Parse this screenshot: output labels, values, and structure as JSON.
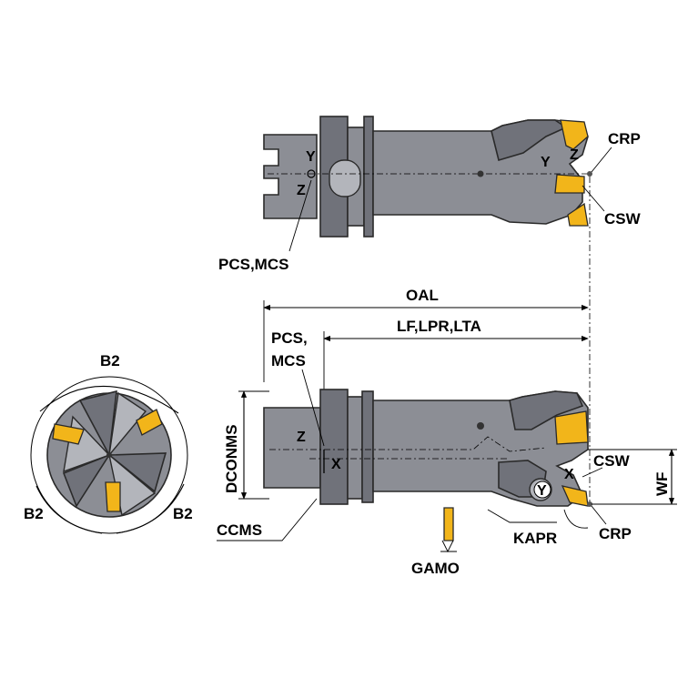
{
  "diagram": {
    "top_view": {
      "pcs_mcs_label": "PCS,MCS",
      "axis_y": "Y",
      "axis_z": "Z",
      "tip_axis_y": "Y",
      "tip_axis_z": "Z",
      "crp_label": "CRP",
      "csw_label": "CSW"
    },
    "side_view": {
      "oal_label": "OAL",
      "lf_label": "LF,LPR,LTA",
      "pcs_label": "PCS,",
      "mcs_label": "MCS",
      "dconms_label": "DCONMS",
      "ccms_label": "CCMS",
      "axis_z": "Z",
      "axis_x": "X",
      "tip_axis_x": "X",
      "tip_axis_y": "Y",
      "csw_label": "CSW",
      "wf_label": "WF",
      "kapr_label": "KAPR",
      "crp_label": "CRP",
      "gamo_label": "GAMO"
    },
    "end_view": {
      "b2_top": "B2",
      "b2_left": "B2",
      "b2_right": "B2"
    },
    "colors": {
      "body": "#8c8e95",
      "body_dark": "#70727a",
      "insert": "#f2b51a"
    }
  }
}
